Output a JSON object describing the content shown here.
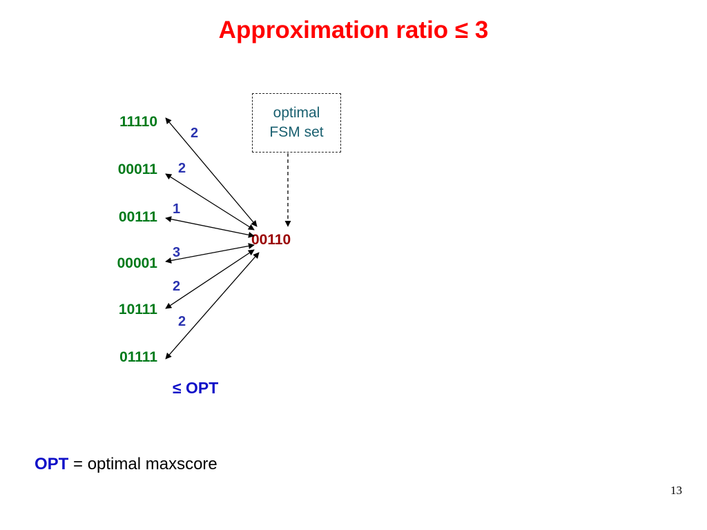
{
  "colors": {
    "title": "#ff0000",
    "string": "#007a1a",
    "center": "#990000",
    "distance": "#2b34b0",
    "fsm_text": "#1a6070",
    "opt": "#1010c8",
    "text": "#000000"
  },
  "title": "Approximation ratio ≤ 3",
  "fsm_box": {
    "line1": "optimal",
    "line2": "FSM set"
  },
  "center_string": "00110",
  "strings": [
    "11110",
    "00011",
    "00111",
    "00001",
    "10111",
    "01111"
  ],
  "distances": [
    "2",
    "2",
    "1",
    "3",
    "2",
    "2"
  ],
  "bound_label": "≤ OPT",
  "footnote": {
    "term": "OPT",
    "definition": " = optimal maxscore"
  },
  "page_number": "13"
}
